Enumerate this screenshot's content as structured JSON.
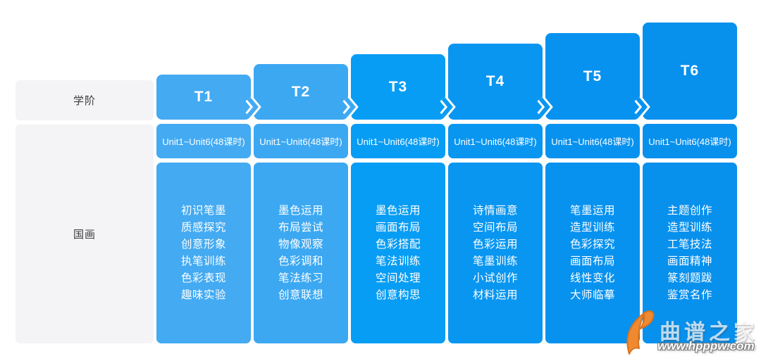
{
  "sidebar": {
    "stage_label": "学阶",
    "subject_label": "国画"
  },
  "columns": [
    {
      "header": "T1",
      "unit": "Unit1~Unit6(48课时)",
      "color": "#44AAF2",
      "items": [
        "初识笔墨",
        "质感探究",
        "创意形象",
        "执笔训练",
        "色彩表现",
        "趣味实验"
      ]
    },
    {
      "header": "T2",
      "unit": "Unit1~Unit6(48课时)",
      "color": "#3CA8F2",
      "items": [
        "墨色运用",
        "布局尝试",
        "物像观察",
        "色彩调和",
        "笔法练习",
        "创意联想"
      ]
    },
    {
      "header": "T3",
      "unit": "Unit1~Unit6(48课时)",
      "color": "#089DF4",
      "items": [
        "墨色运用",
        "画面布局",
        "色彩搭配",
        "笔法训练",
        "空间处理",
        "创意构思"
      ]
    },
    {
      "header": "T4",
      "unit": "Unit1~Unit6(48课时)",
      "color": "#0996F1",
      "items": [
        "诗情画意",
        "空间布局",
        "色彩运用",
        "笔墨训练",
        "小试创作",
        "材料运用"
      ]
    },
    {
      "header": "T5",
      "unit": "Unit1~Unit6(48课时)",
      "color": "#0892EF",
      "items": [
        "笔墨运用",
        "造型训练",
        "色彩探究",
        "画面布局",
        "线性变化",
        "大师临摹"
      ]
    },
    {
      "header": "T6",
      "unit": "Unit1~Unit6(48课时)",
      "color": "#0890ED",
      "items": [
        "主题创作",
        "造型训练",
        "工笔技法",
        "画面精神",
        "篆刻题跋",
        "鉴赏名作"
      ]
    }
  ],
  "watermark": {
    "site_name": "曲谱之家",
    "site_url": "www.hpppw.com",
    "logo_color": "#F08A30"
  },
  "colors": {
    "sidebar_bg": "#F4F4F6",
    "page_bg": "#FFFFFF",
    "text_on_blue": "#FFFFFF"
  }
}
